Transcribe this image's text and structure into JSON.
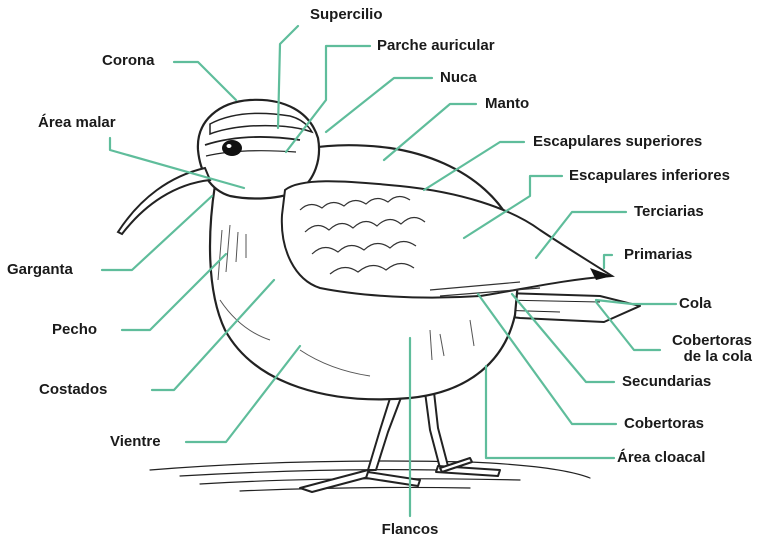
{
  "accent_color": "#5fbd9b",
  "labels": {
    "supercilio": "Supercilio",
    "corona": "Corona",
    "parche_auricular": "Parche auricular",
    "nuca": "Nuca",
    "manto": "Manto",
    "area_malar": "Área malar",
    "escapulares_superiores": "Escapulares superiores",
    "escapulares_inferiores": "Escapulares inferiores",
    "terciarias": "Terciarias",
    "primarias": "Primarias",
    "garganta": "Garganta",
    "cola": "Cola",
    "pecho": "Pecho",
    "cobertoras_de_la_cola_1": "Cobertoras",
    "cobertoras_de_la_cola_2": "de la cola",
    "secundarias": "Secundarias",
    "costados": "Costados",
    "cobertoras": "Cobertoras",
    "vientre": "Vientre",
    "area_cloacal": "Área cloacal",
    "flancos": "Flancos"
  }
}
